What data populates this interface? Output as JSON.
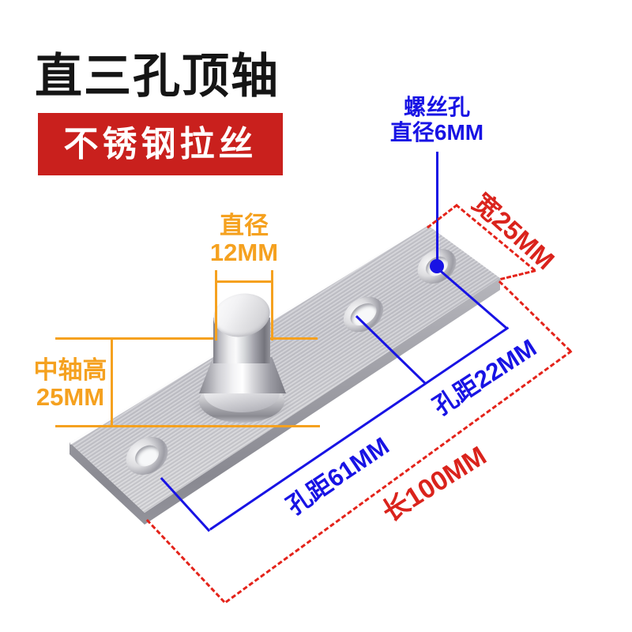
{
  "header": {
    "title": "直三孔顶轴",
    "badge": "不锈钢拉丝"
  },
  "callouts": {
    "screw_hole": {
      "line1": "螺丝孔",
      "line2": "直径6MM"
    },
    "pin_diameter": {
      "line1": "直径",
      "line2": "12MM"
    },
    "pin_height": {
      "line1": "中轴高",
      "line2": "25MM"
    },
    "plate_width": "宽25MM",
    "plate_length": "长100MM",
    "hole_spacing_outer": "孔距61MM",
    "hole_spacing_inner": "孔距22MM"
  },
  "colors": {
    "accent_blue": "#1813e4",
    "accent_orange": "#f5a11f",
    "accent_red": "#e4231a",
    "badge_background": "#c9201d",
    "title_color": "#151515"
  }
}
